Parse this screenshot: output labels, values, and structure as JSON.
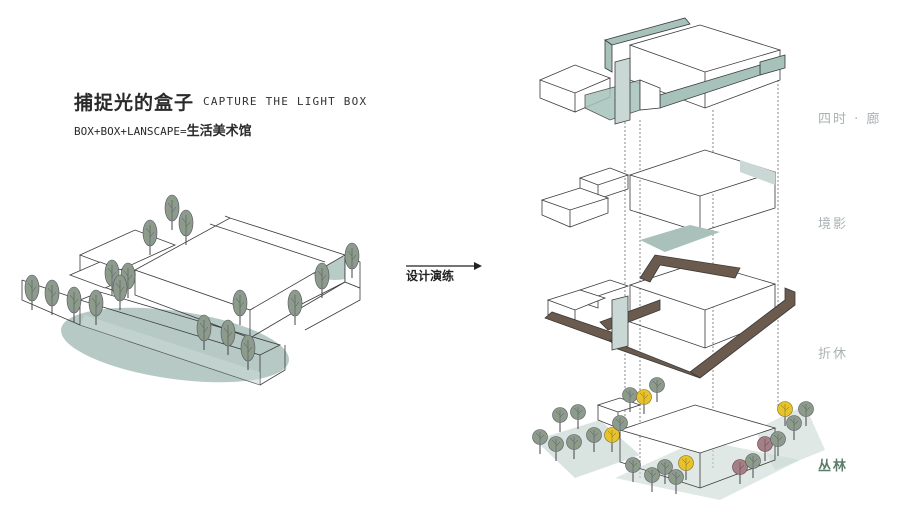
{
  "header": {
    "title_cn": "捕捉光的盒子",
    "title_en": "CAPTURE THE LIGHT BOX",
    "formula_en": "BOX+BOX+LANSCAPE=",
    "formula_cn": "生活美术馆"
  },
  "arrow": {
    "label": "设计演练"
  },
  "layers": [
    {
      "label": "四时 · 廊"
    },
    {
      "label": "境影"
    },
    {
      "label": "折休"
    },
    {
      "label": "丛林"
    }
  ],
  "colors": {
    "line": "#3a3a3a",
    "shadow": "#a9c0bb",
    "shadow_light": "#c9d8d4",
    "tree": "#8a9a8a",
    "tree_trunk": "#555",
    "brown_frame": "#6b5a4e",
    "teal_frame": "#a6c2bb",
    "yellow_tree": "#e7c22a",
    "pink_tree": "#a47f86",
    "label_grey": "#a9b2b4",
    "label_green": "#5c7d6c"
  }
}
